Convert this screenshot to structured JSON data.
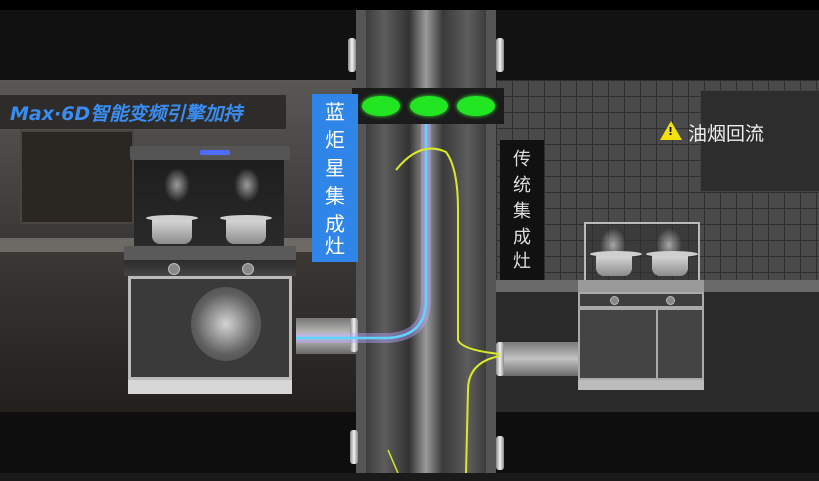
{
  "headline": "Max·6D智能变频引擎加持",
  "left_product": {
    "label_chars": [
      "蓝",
      "炬",
      "星",
      "集",
      "成",
      "灶"
    ],
    "label_bg": "#2f86e8"
  },
  "right_product": {
    "label_chars": [
      "传",
      "统",
      "集",
      "成",
      "灶"
    ]
  },
  "indicator_lights": {
    "count": 3,
    "color": "#22e622"
  },
  "warning": {
    "icon": "warning-triangle-icon",
    "text": "油烟回流",
    "icon_color": "#f3e20a"
  },
  "flow_colors": {
    "blue_flow": "#5fd4ff",
    "yellow_flow": "#d8e82a"
  }
}
